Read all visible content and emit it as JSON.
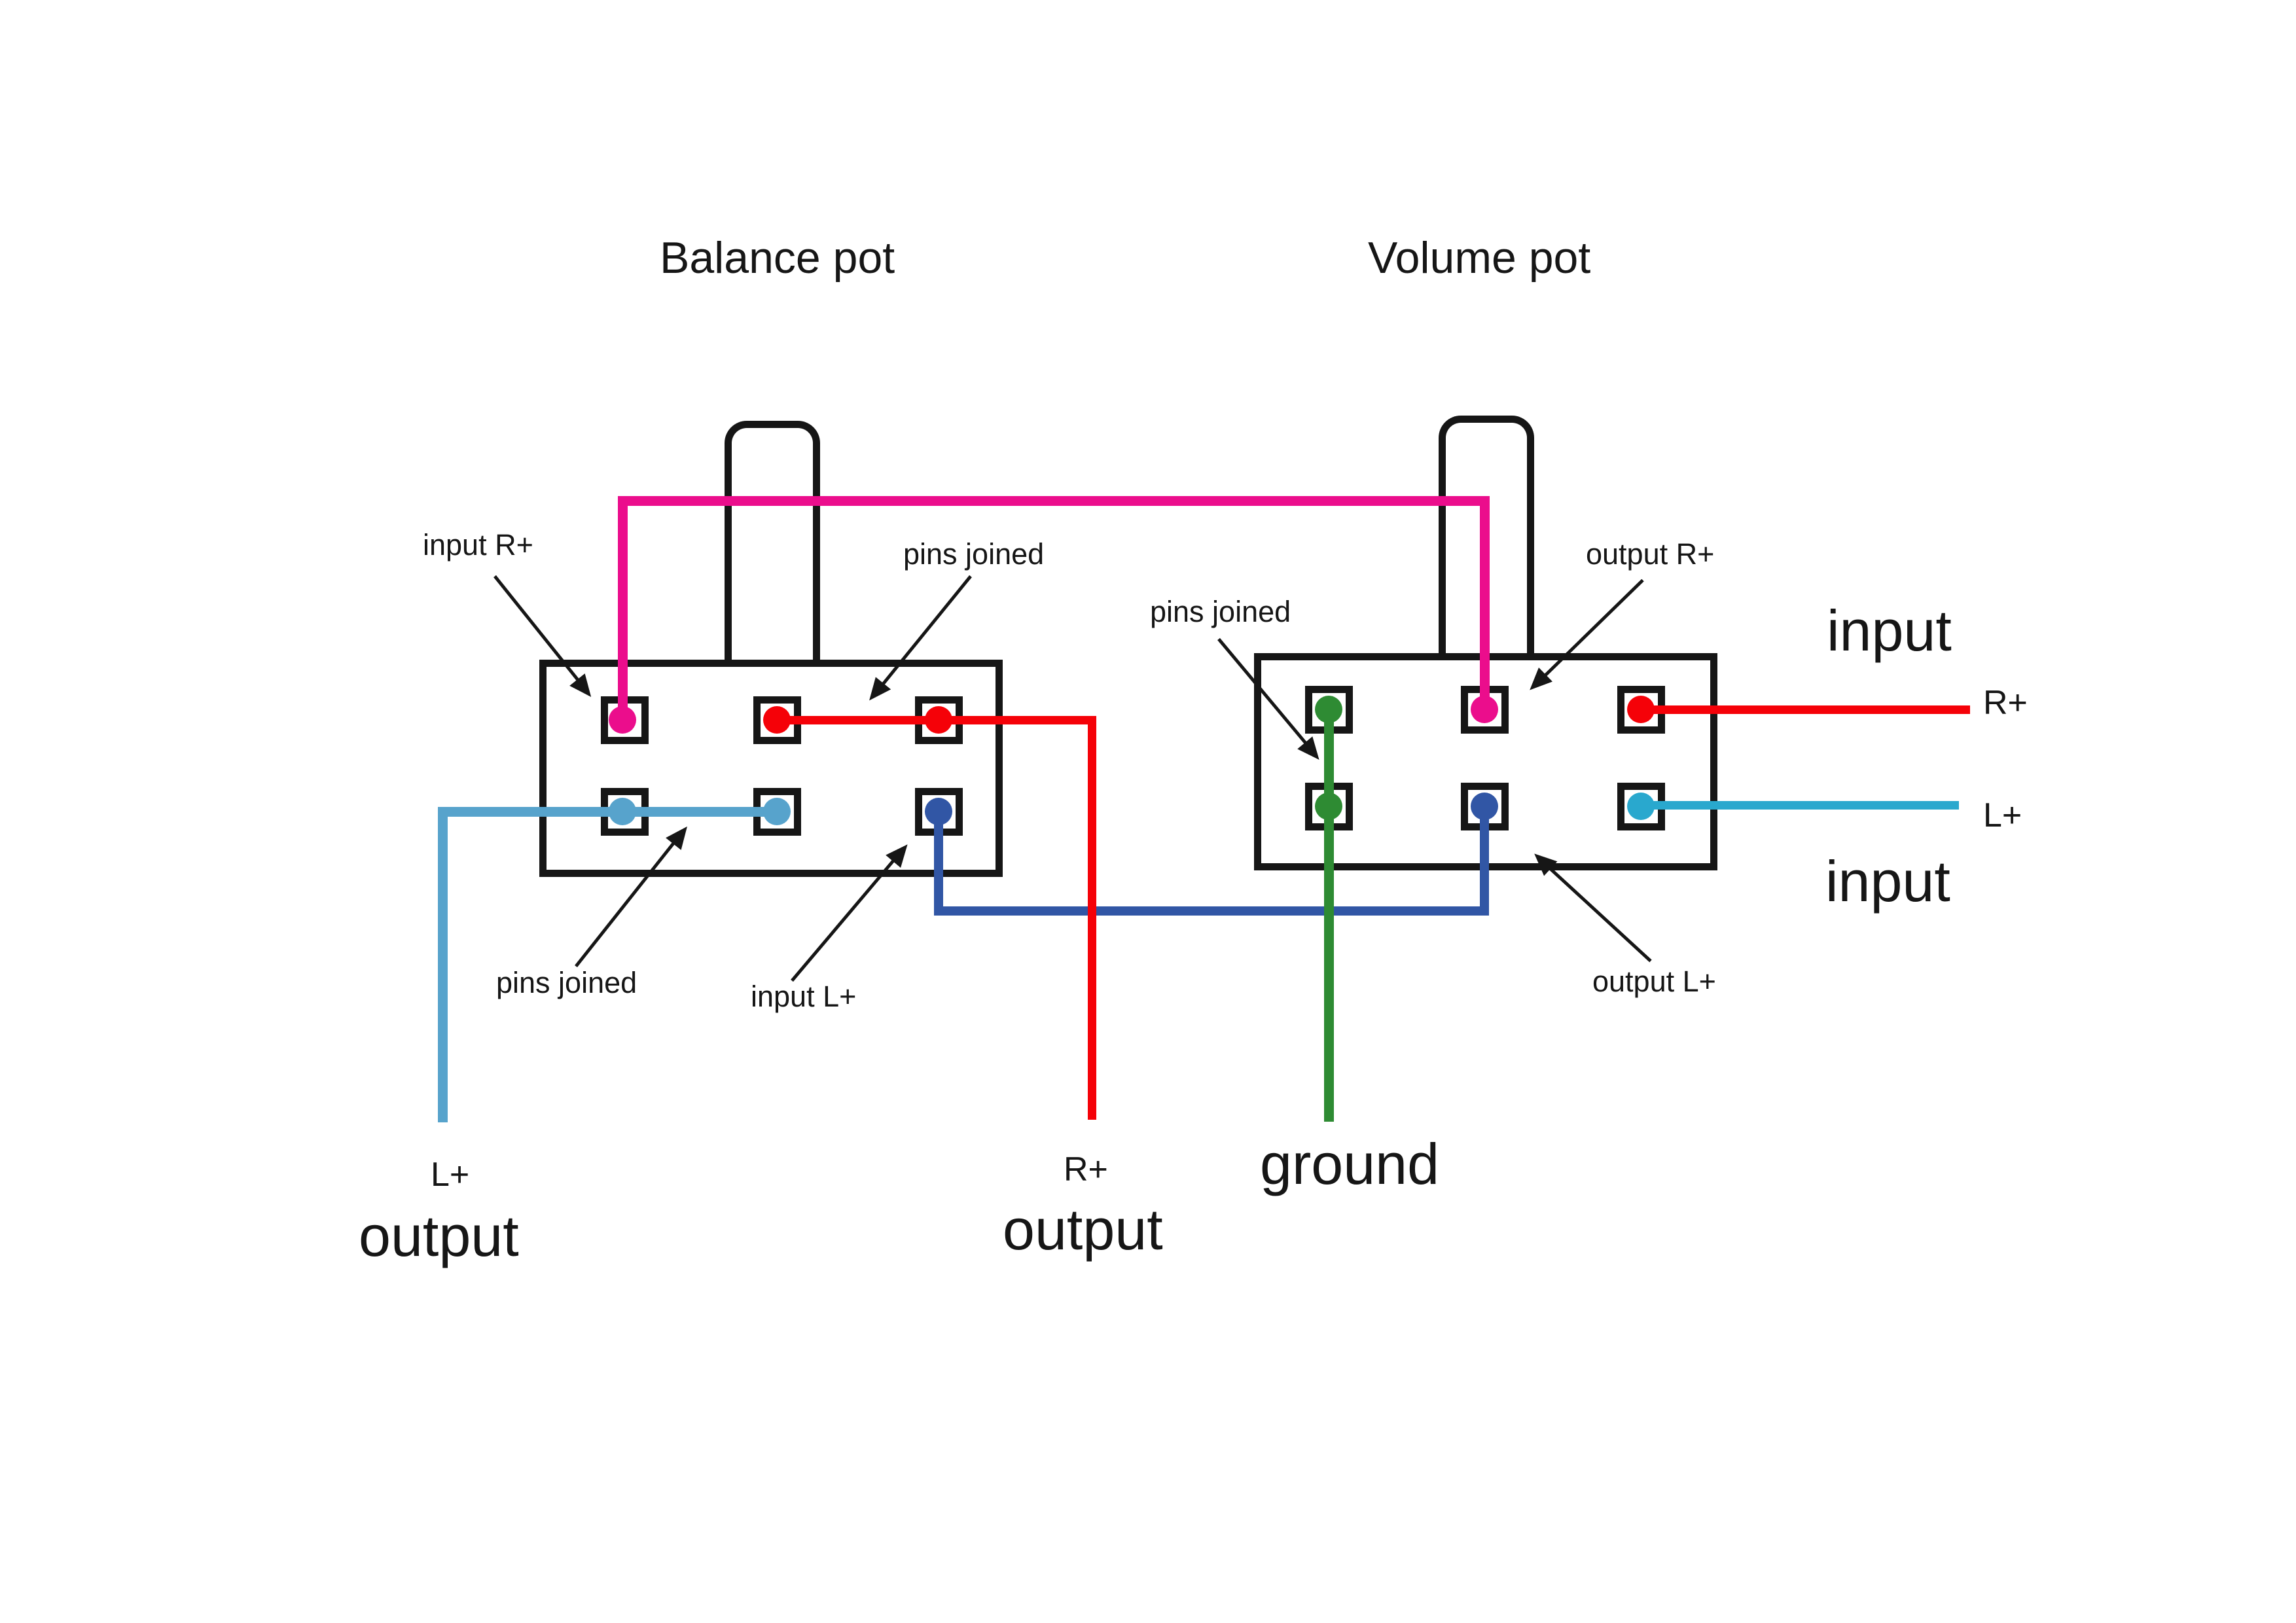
{
  "diagram": {
    "balance_pot": {
      "title": "Balance pot",
      "annotations": {
        "input_r": "input R+",
        "pins_joined_top": "pins joined",
        "pins_joined_bottom": "pins joined",
        "input_l": "input L+"
      }
    },
    "volume_pot": {
      "title": "Volume pot",
      "annotations": {
        "pins_joined": "pins joined",
        "output_r": "output R+",
        "output_l": "output L+"
      }
    },
    "right_side": {
      "input_top": "input",
      "r_plus": "R+",
      "l_plus": "L+",
      "input_bottom": "input"
    },
    "bottom_side": {
      "l_plus": "L+",
      "output_left": "output",
      "r_plus": "R+",
      "output_mid": "output",
      "ground": "ground"
    }
  },
  "colors": {
    "outline": "#161616",
    "pink": "#EB0D8C",
    "red": "#F50108",
    "light_blue": "#57A3CC",
    "dark_blue": "#3156A5",
    "cyan": "#29A8CE",
    "green": "#2E8B33"
  },
  "connections": [
    {
      "wire": "pink",
      "route": "balance top-left pin up and across to volume top-middle pin"
    },
    {
      "wire": "red",
      "route": "balance top-middle pin joined to top-right pin, down to R+ output"
    },
    {
      "wire": "light_blue",
      "route": "balance bottom-left pin joined to bottom-middle pin, down to L+ output"
    },
    {
      "wire": "dark_blue",
      "route": "balance bottom-right pin across to volume bottom-middle pin"
    },
    {
      "wire": "green",
      "route": "volume top-left and bottom-left pins joined, down to ground"
    },
    {
      "wire": "red",
      "route": "R+ input to volume top-right pin"
    },
    {
      "wire": "cyan",
      "route": "L+ input to volume bottom-right pin"
    }
  ]
}
